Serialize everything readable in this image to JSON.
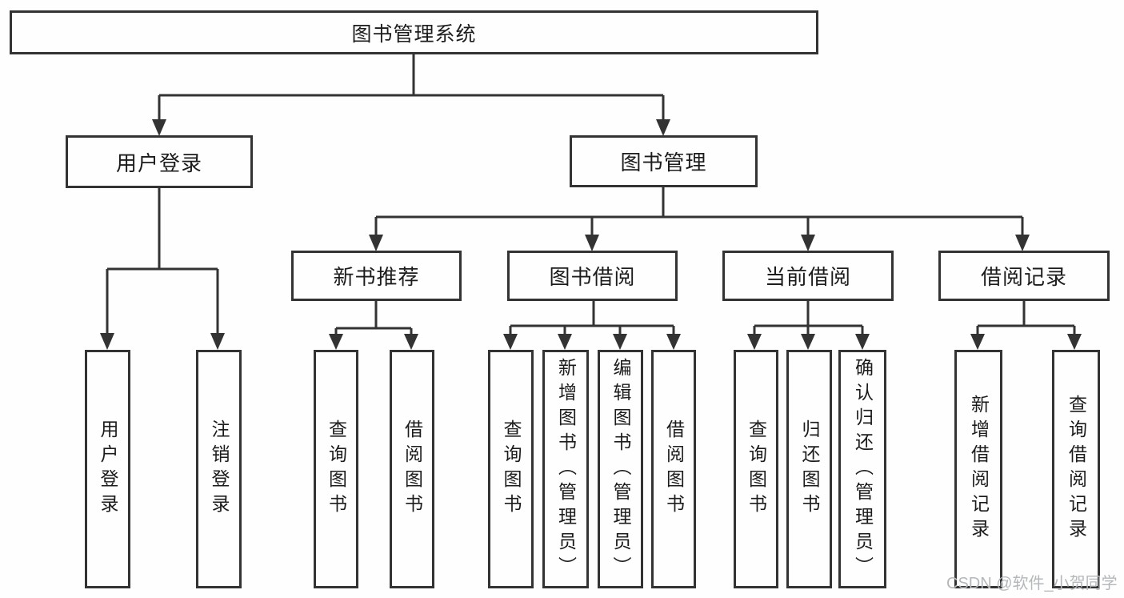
{
  "diagram": {
    "nodes": {
      "root": "图书管理系统",
      "user_login": "用户登录",
      "book_mgmt": "图书管理",
      "new_book_rec": "新书推荐",
      "book_borrow": "图书借阅",
      "current_borrow": "当前借阅",
      "borrow_records": "借阅记录",
      "ul_user_login": "用户登录",
      "ul_logout": "注销登录",
      "nr_query_book": "查询图书",
      "nr_borrow_book": "借阅图书",
      "bb_query_book": "查询图书",
      "bb_add_book": "新增图书（管理员）",
      "bb_edit_book": "编辑图书（管理员）",
      "bb_borrow_book": "借阅图书",
      "cb_query_book": "查询图书",
      "cb_return_book": "归还图书",
      "cb_confirm_return": "确认归还（管理员）",
      "br_add_record": "新增借阅记录",
      "br_query_record": "查询借阅记录"
    },
    "colors": {
      "line": "#333333",
      "text": "#1c1c1c",
      "background": "#fefefe",
      "watermark": "#b4b8bb"
    }
  },
  "watermark": "CSDN @软件_小贺同学"
}
